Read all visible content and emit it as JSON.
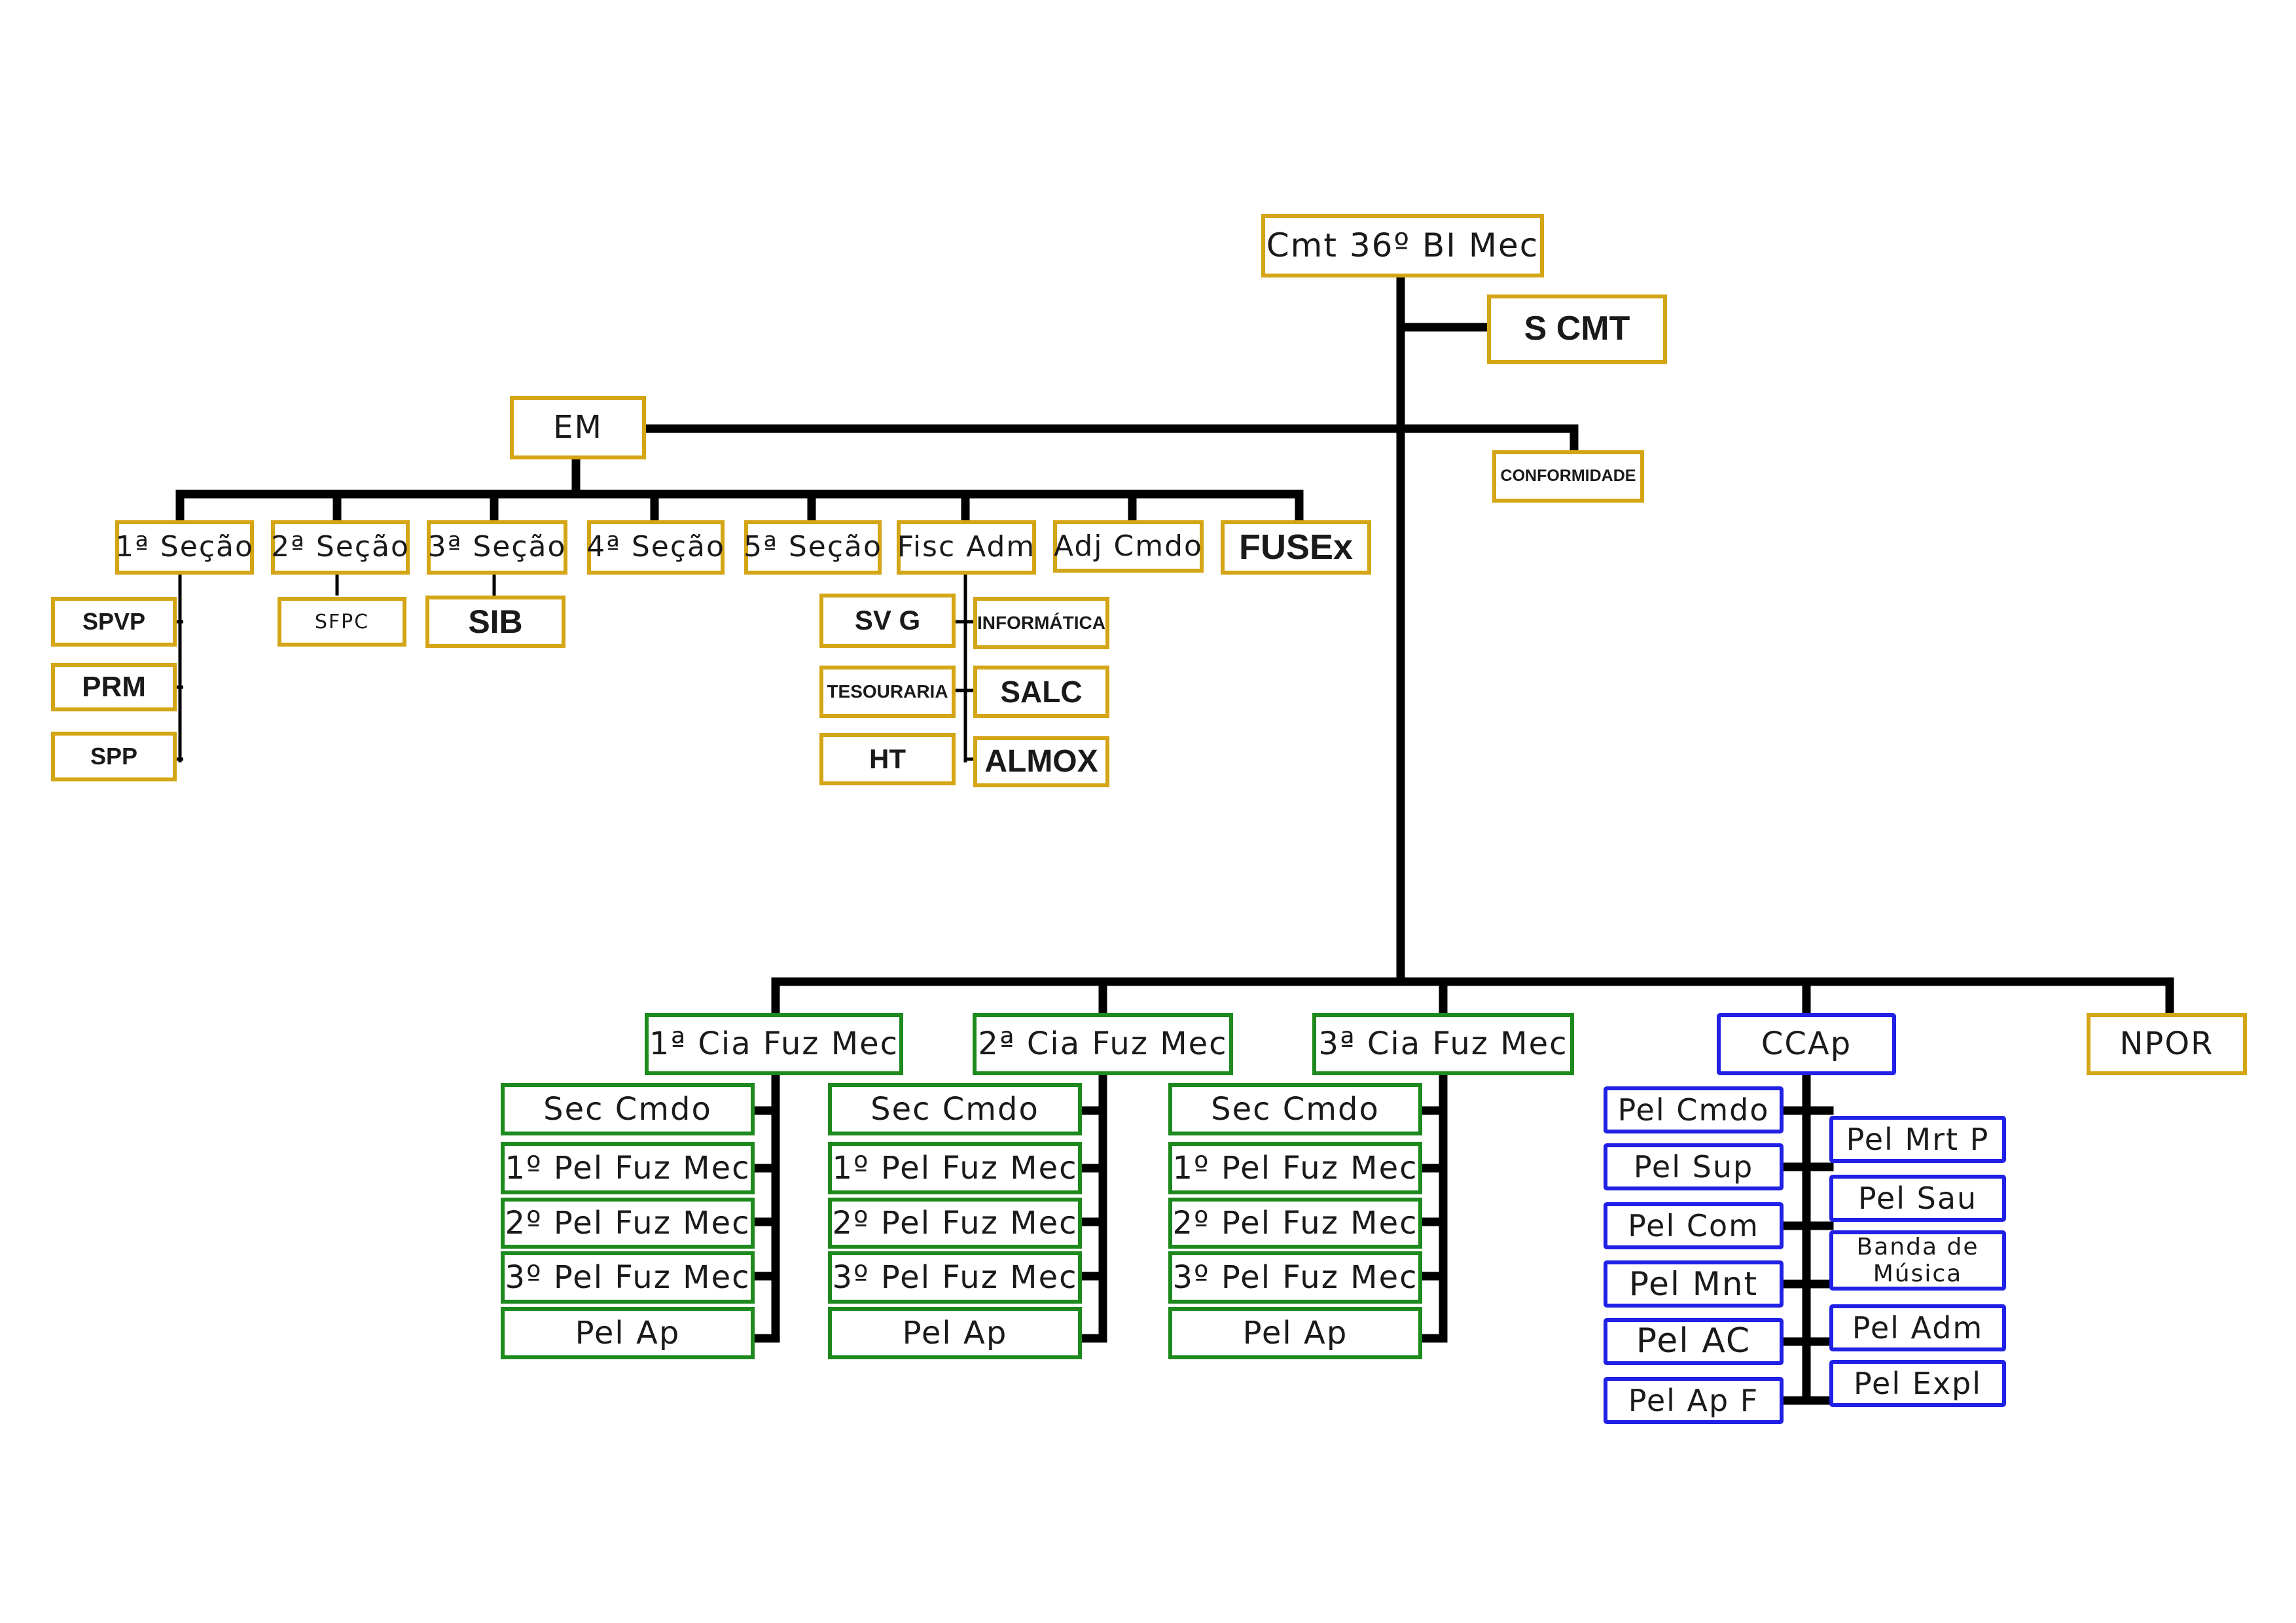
{
  "chart": {
    "root": "Cmt 36º BI Mec",
    "scmt": "S CMT",
    "em": "EM",
    "conformidade": "CONFORMIDADE",
    "em_sections": {
      "s1": "1ª Seção",
      "s2": "2ª Seção",
      "s3": "3ª Seção",
      "s4": "4ª Seção",
      "s5": "5ª Seção",
      "fisc_adm": "Fisc Adm",
      "adj_cmdo": "Adj Cmdo",
      "fusex": "FUSEx"
    },
    "s1_children": [
      "SPVP",
      "PRM",
      "SPP"
    ],
    "s2_children": [
      "SFPC"
    ],
    "s3_children": [
      "SIB"
    ],
    "fisc_left": [
      "SV G",
      "TESOURARIA",
      "HT"
    ],
    "fisc_right": [
      "INFORMÁTICA",
      "SALC",
      "ALMOX"
    ],
    "companies": {
      "cia1": "1ª Cia Fuz Mec",
      "cia2": "2ª Cia Fuz Mec",
      "cia3": "3ª Cia Fuz Mec",
      "ccap": "CCAp",
      "npor": "NPOR"
    },
    "cia_units": [
      "Sec Cmdo",
      "1º Pel Fuz Mec",
      "2º Pel Fuz Mec",
      "3º Pel Fuz Mec",
      "Pel Ap"
    ],
    "ccap_left": [
      "Pel Cmdo",
      "Pel Sup",
      "Pel Com",
      "Pel Mnt",
      "Pel AC",
      "Pel Ap F"
    ],
    "ccap_right": [
      "Pel Mrt P",
      "Pel Sau",
      "Banda de Música",
      "Pel Adm",
      "Pel Expl"
    ]
  },
  "colors": {
    "staff_border": "#d4a514",
    "company_border": "#1e8a1e",
    "support_border": "#2020e6",
    "connector": "#000000"
  }
}
